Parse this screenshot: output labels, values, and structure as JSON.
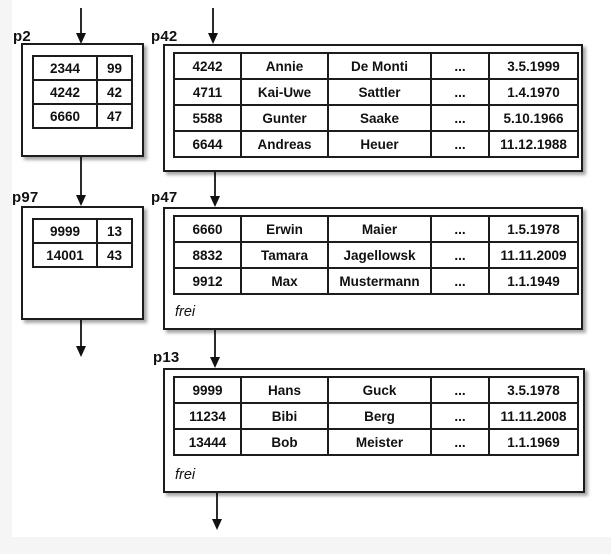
{
  "page": {
    "background_color": "#f5f5f6",
    "surface_color": "#ffffff",
    "border_color": "#1c1c1c"
  },
  "index_pages": [
    {
      "label": "p2",
      "entries": [
        {
          "key": "2344",
          "page": "99"
        },
        {
          "key": "4242",
          "page": "42"
        },
        {
          "key": "6660",
          "page": "47"
        }
      ]
    },
    {
      "label": "p97",
      "entries": [
        {
          "key": "9999",
          "page": "13"
        },
        {
          "key": "14001",
          "page": "43"
        }
      ]
    }
  ],
  "data_pages": [
    {
      "label": "p42",
      "rows": [
        [
          "4242",
          "Annie",
          "De Monti",
          "...",
          "3.5.1999"
        ],
        [
          "4711",
          "Kai-Uwe",
          "Sattler",
          "...",
          "1.4.1970"
        ],
        [
          "5588",
          "Gunter",
          "Saake",
          "...",
          "5.10.1966"
        ],
        [
          "6644",
          "Andreas",
          "Heuer",
          "...",
          "11.12.1988"
        ]
      ]
    },
    {
      "label": "p47",
      "free_label": "frei",
      "rows": [
        [
          "6660",
          "Erwin",
          "Maier",
          "...",
          "1.5.1978"
        ],
        [
          "8832",
          "Tamara",
          "Jagellowsk",
          "...",
          "11.11.2009"
        ],
        [
          "9912",
          "Max",
          "Mustermann",
          "...",
          "1.1.1949"
        ]
      ]
    },
    {
      "label": "p13",
      "free_label": "frei",
      "rows": [
        [
          "9999",
          "Hans",
          "Guck",
          "...",
          "3.5.1978"
        ],
        [
          "11234",
          "Bibi",
          "Berg",
          "...",
          "11.11.2008"
        ],
        [
          "13444",
          "Bob",
          "Meister",
          "...",
          "1.1.1969"
        ]
      ]
    }
  ]
}
